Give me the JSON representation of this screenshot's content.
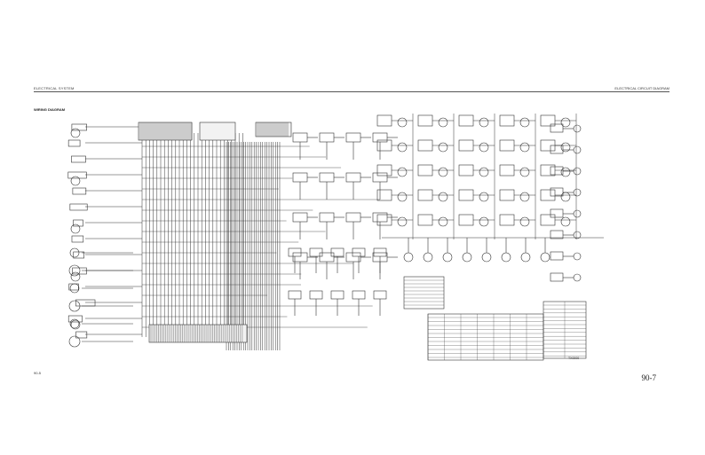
{
  "page": {
    "header_left": "ELECTRICAL SYSTEM",
    "header_right": "ELECTRICAL CIRCUIT DIAGRAM",
    "diagram_title": "WIRING DIAGRAM",
    "footer_left": "90-5",
    "footer_right": "90-7",
    "drawing_code": "TX0000"
  },
  "colors": {
    "ink": "#333333",
    "paper": "#ffffff",
    "rule": "#555555"
  }
}
